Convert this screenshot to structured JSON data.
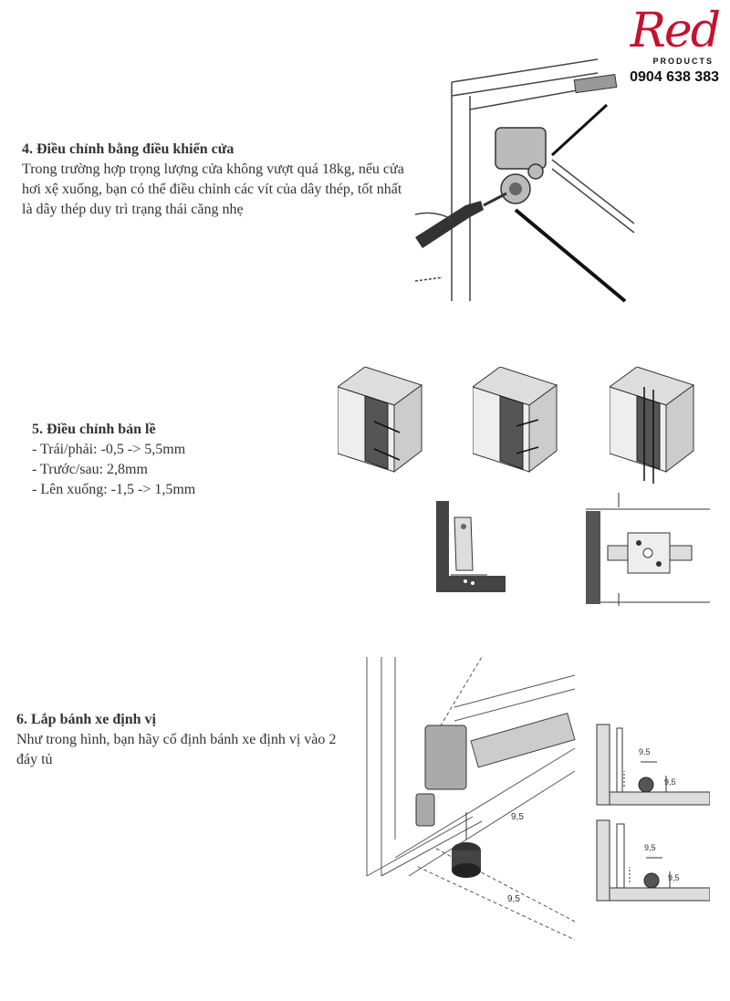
{
  "brand": {
    "logo": "Red",
    "tagline": "PRODUCTS",
    "phone": "0904 638 383"
  },
  "sections": [
    {
      "title": "4. Điều chỉnh bằng điều khiển cửa",
      "body": "Trong trường hợp trọng lượng cửa không vượt quá 18kg, nếu cửa hơi xệ xuống, bạn có thể điều chỉnh các vít của dây thép, tốt nhất là dây thép duy trì trạng thái căng nhẹ"
    },
    {
      "title": "5. Điều chỉnh bản lề",
      "items": [
        "- Trái/phải: -0,5 -> 5,5mm",
        "- Trước/sau: 2,8mm",
        "- Lên xuống: -1,5 -> 1,5mm"
      ]
    },
    {
      "title": "6. Lắp bánh xe định vị",
      "body": "Như trong hình, bạn hãy cố định bánh xe định vị vào 2 đáy tủ"
    }
  ],
  "diagram_labels": {
    "dim_a": "9,5",
    "dim_b": "9,5",
    "dim_c": "9,5",
    "dim_d": "9,5",
    "dim_e": "9,5",
    "dim_f": "9,5"
  }
}
